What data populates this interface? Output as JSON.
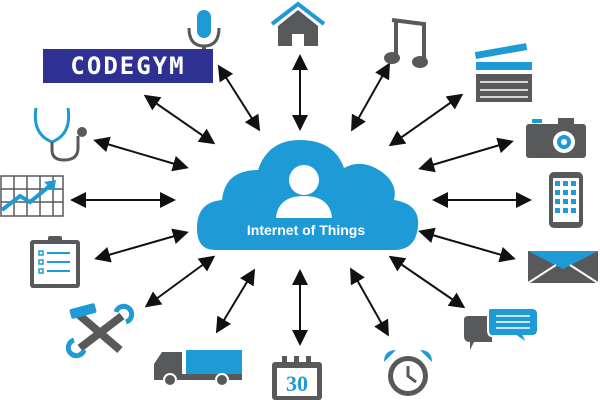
{
  "brand": {
    "logo_text": "CODEGYM",
    "logo_bg": "#2e3192"
  },
  "center": {
    "label": "Internet of Things",
    "cloud_color": "#1e9ad6"
  },
  "colors": {
    "icon_gray": "#58595b",
    "icon_blue": "#1e9ad6",
    "arrow": "#111111"
  },
  "nodes": [
    {
      "name": "microphone",
      "position": "top-left"
    },
    {
      "name": "home",
      "position": "top"
    },
    {
      "name": "music",
      "position": "top-right"
    },
    {
      "name": "clapperboard",
      "position": "right-upper"
    },
    {
      "name": "camera",
      "position": "right"
    },
    {
      "name": "smartphone",
      "position": "right"
    },
    {
      "name": "mail",
      "position": "right-lower"
    },
    {
      "name": "chat",
      "position": "bottom-right"
    },
    {
      "name": "alarm-clock",
      "position": "bottom"
    },
    {
      "name": "calendar",
      "position": "bottom",
      "text": "30"
    },
    {
      "name": "truck",
      "position": "bottom-left"
    },
    {
      "name": "tools",
      "position": "left-lower"
    },
    {
      "name": "clipboard",
      "position": "left"
    },
    {
      "name": "chart",
      "position": "left"
    },
    {
      "name": "stethoscope",
      "position": "left-upper"
    }
  ]
}
